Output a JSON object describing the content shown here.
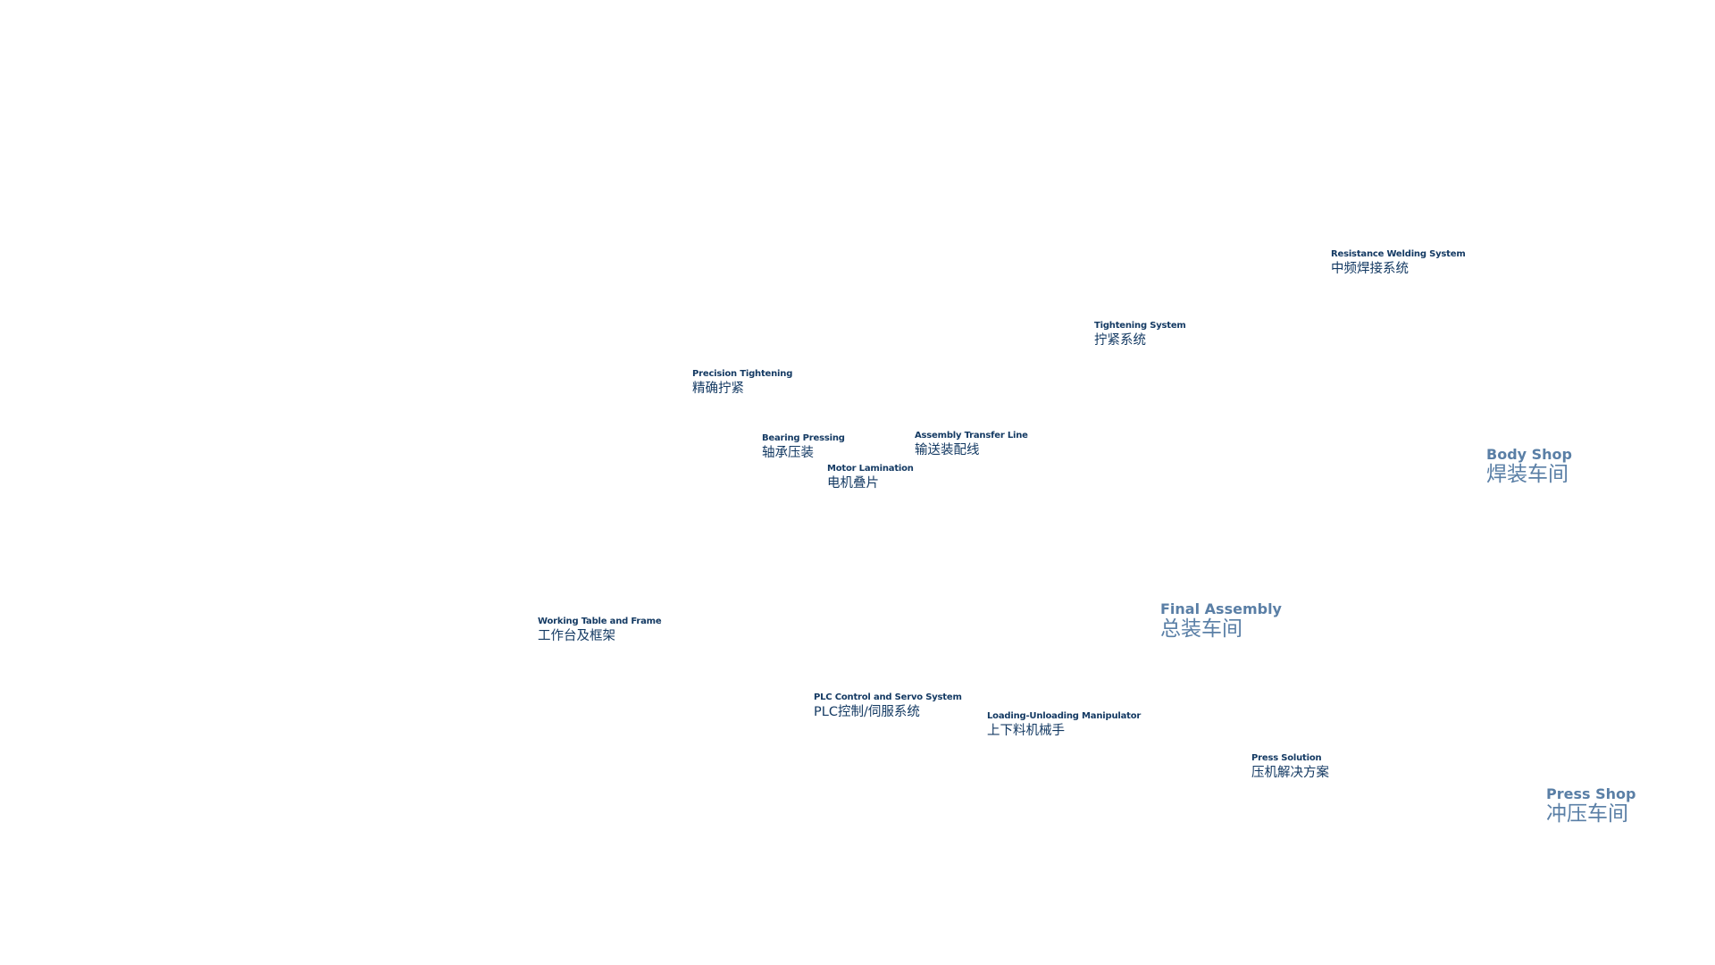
{
  "labels": {
    "resistance_welding": {
      "en": "Resistance Welding System",
      "zh": "中频焊接系统"
    },
    "tightening_system": {
      "en": "Tightening System",
      "zh": "拧紧系统"
    },
    "precision_tightening": {
      "en": "Precision Tightening",
      "zh": "精确拧紧"
    },
    "bearing_pressing": {
      "en": "Bearing Pressing",
      "zh": "轴承压装"
    },
    "assembly_transfer_line": {
      "en": "Assembly Transfer Line",
      "zh": "输送装配线"
    },
    "motor_lamination": {
      "en": "Motor Lamination",
      "zh": "电机叠片"
    },
    "working_table": {
      "en": "Working Table and Frame",
      "zh": "工作台及框架"
    },
    "plc_control": {
      "en": "PLC Control and Servo System",
      "zh": "PLC控制/伺服系统"
    },
    "loading_unloading": {
      "en": "Loading-Unloading Manipulator",
      "zh": "上下料机械手"
    },
    "press_solution": {
      "en": "Press Solution",
      "zh": "压机解决方案"
    }
  },
  "areas": {
    "body_shop": {
      "en": "Body Shop",
      "zh": "焊装车间"
    },
    "final_assembly": {
      "en": "Final Assembly",
      "zh": "总装车间"
    },
    "press_shop": {
      "en": "Press Shop",
      "zh": "冲压车间"
    }
  },
  "colors": {
    "label_text": "#143a63",
    "area_text": "#5a7fa6",
    "background": "#ffffff"
  }
}
